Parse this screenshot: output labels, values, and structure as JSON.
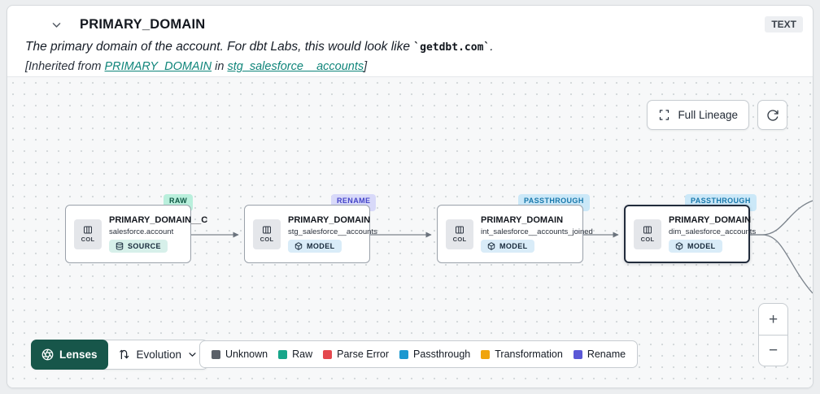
{
  "header": {
    "title": "PRIMARY_DOMAIN",
    "type_badge": "TEXT",
    "description_prefix": "The primary domain of the account. For dbt Labs, this would look like ",
    "description_code": "`getdbt.com`",
    "description_suffix": ".",
    "inherited_prefix": "[Inherited from ",
    "inherited_link_column": "PRIMARY_DOMAIN",
    "inherited_mid": " in ",
    "inherited_link_model": "stg_salesforce__accounts",
    "inherited_suffix": "]"
  },
  "canvas": {
    "full_lineage_label": "Full Lineage",
    "nodes": [
      {
        "badge": "RAW",
        "title": "PRIMARY_DOMAIN__C",
        "subtitle": "salesforce.account",
        "col_label": "COL",
        "resource": "SOURCE"
      },
      {
        "badge": "RENAME",
        "title": "PRIMARY_DOMAIN",
        "subtitle": "stg_salesforce__accounts",
        "col_label": "COL",
        "resource": "MODEL"
      },
      {
        "badge": "PASSTHROUGH",
        "title": "PRIMARY_DOMAIN",
        "subtitle": "int_salesforce__accounts_joined",
        "col_label": "COL",
        "resource": "MODEL"
      },
      {
        "badge": "PASSTHROUGH",
        "title": "PRIMARY_DOMAIN",
        "subtitle": "dim_salesforce_accounts",
        "col_label": "COL",
        "resource": "MODEL"
      }
    ]
  },
  "toolbar": {
    "lenses_label": "Lenses",
    "lens_selected": "Evolution",
    "legend": [
      {
        "label": "Unknown",
        "color": "#5a6068"
      },
      {
        "label": "Raw",
        "color": "#18a68a"
      },
      {
        "label": "Parse Error",
        "color": "#e4484e"
      },
      {
        "label": "Passthrough",
        "color": "#1b98d0"
      },
      {
        "label": "Transformation",
        "color": "#f0a40d"
      },
      {
        "label": "Rename",
        "color": "#5b58d6"
      }
    ],
    "zoom_in": "+",
    "zoom_out": "−"
  },
  "colors": {
    "lenses_button": "#17564a",
    "badge_raw_bg": "#b9efdc",
    "badge_rename_bg": "#d8d9f9",
    "badge_passthrough_bg": "#cbe8f8",
    "link": "#0f857a"
  },
  "icons": {
    "chevron_down": "collapse chevron",
    "full_lineage": "corner brackets",
    "refresh": "circular arrow",
    "column": "columns glyph",
    "source": "database cylinder",
    "model": "cube",
    "lenses": "aperture",
    "evolution": "u-turn arrows"
  }
}
